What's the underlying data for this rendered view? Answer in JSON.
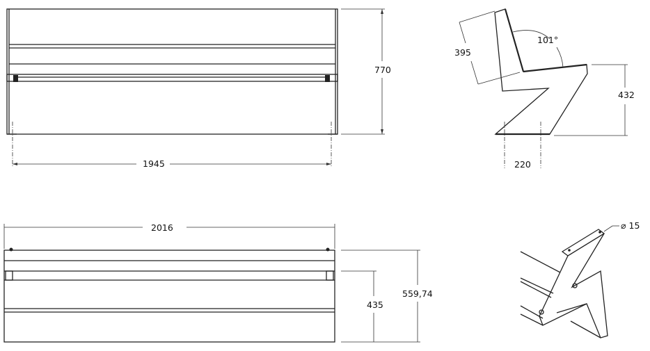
{
  "front_view": {
    "width_dim": "1945",
    "height_dim": "770"
  },
  "side_view": {
    "back_dim": "395",
    "angle_dim": "101°",
    "seat_height_dim": "432",
    "foot_dim": "220"
  },
  "top_view": {
    "length_dim": "2016",
    "depth_dim": "435",
    "overall_depth_dim": "559,74"
  },
  "iso_view": {
    "hole_dim": "⌀ 15"
  }
}
